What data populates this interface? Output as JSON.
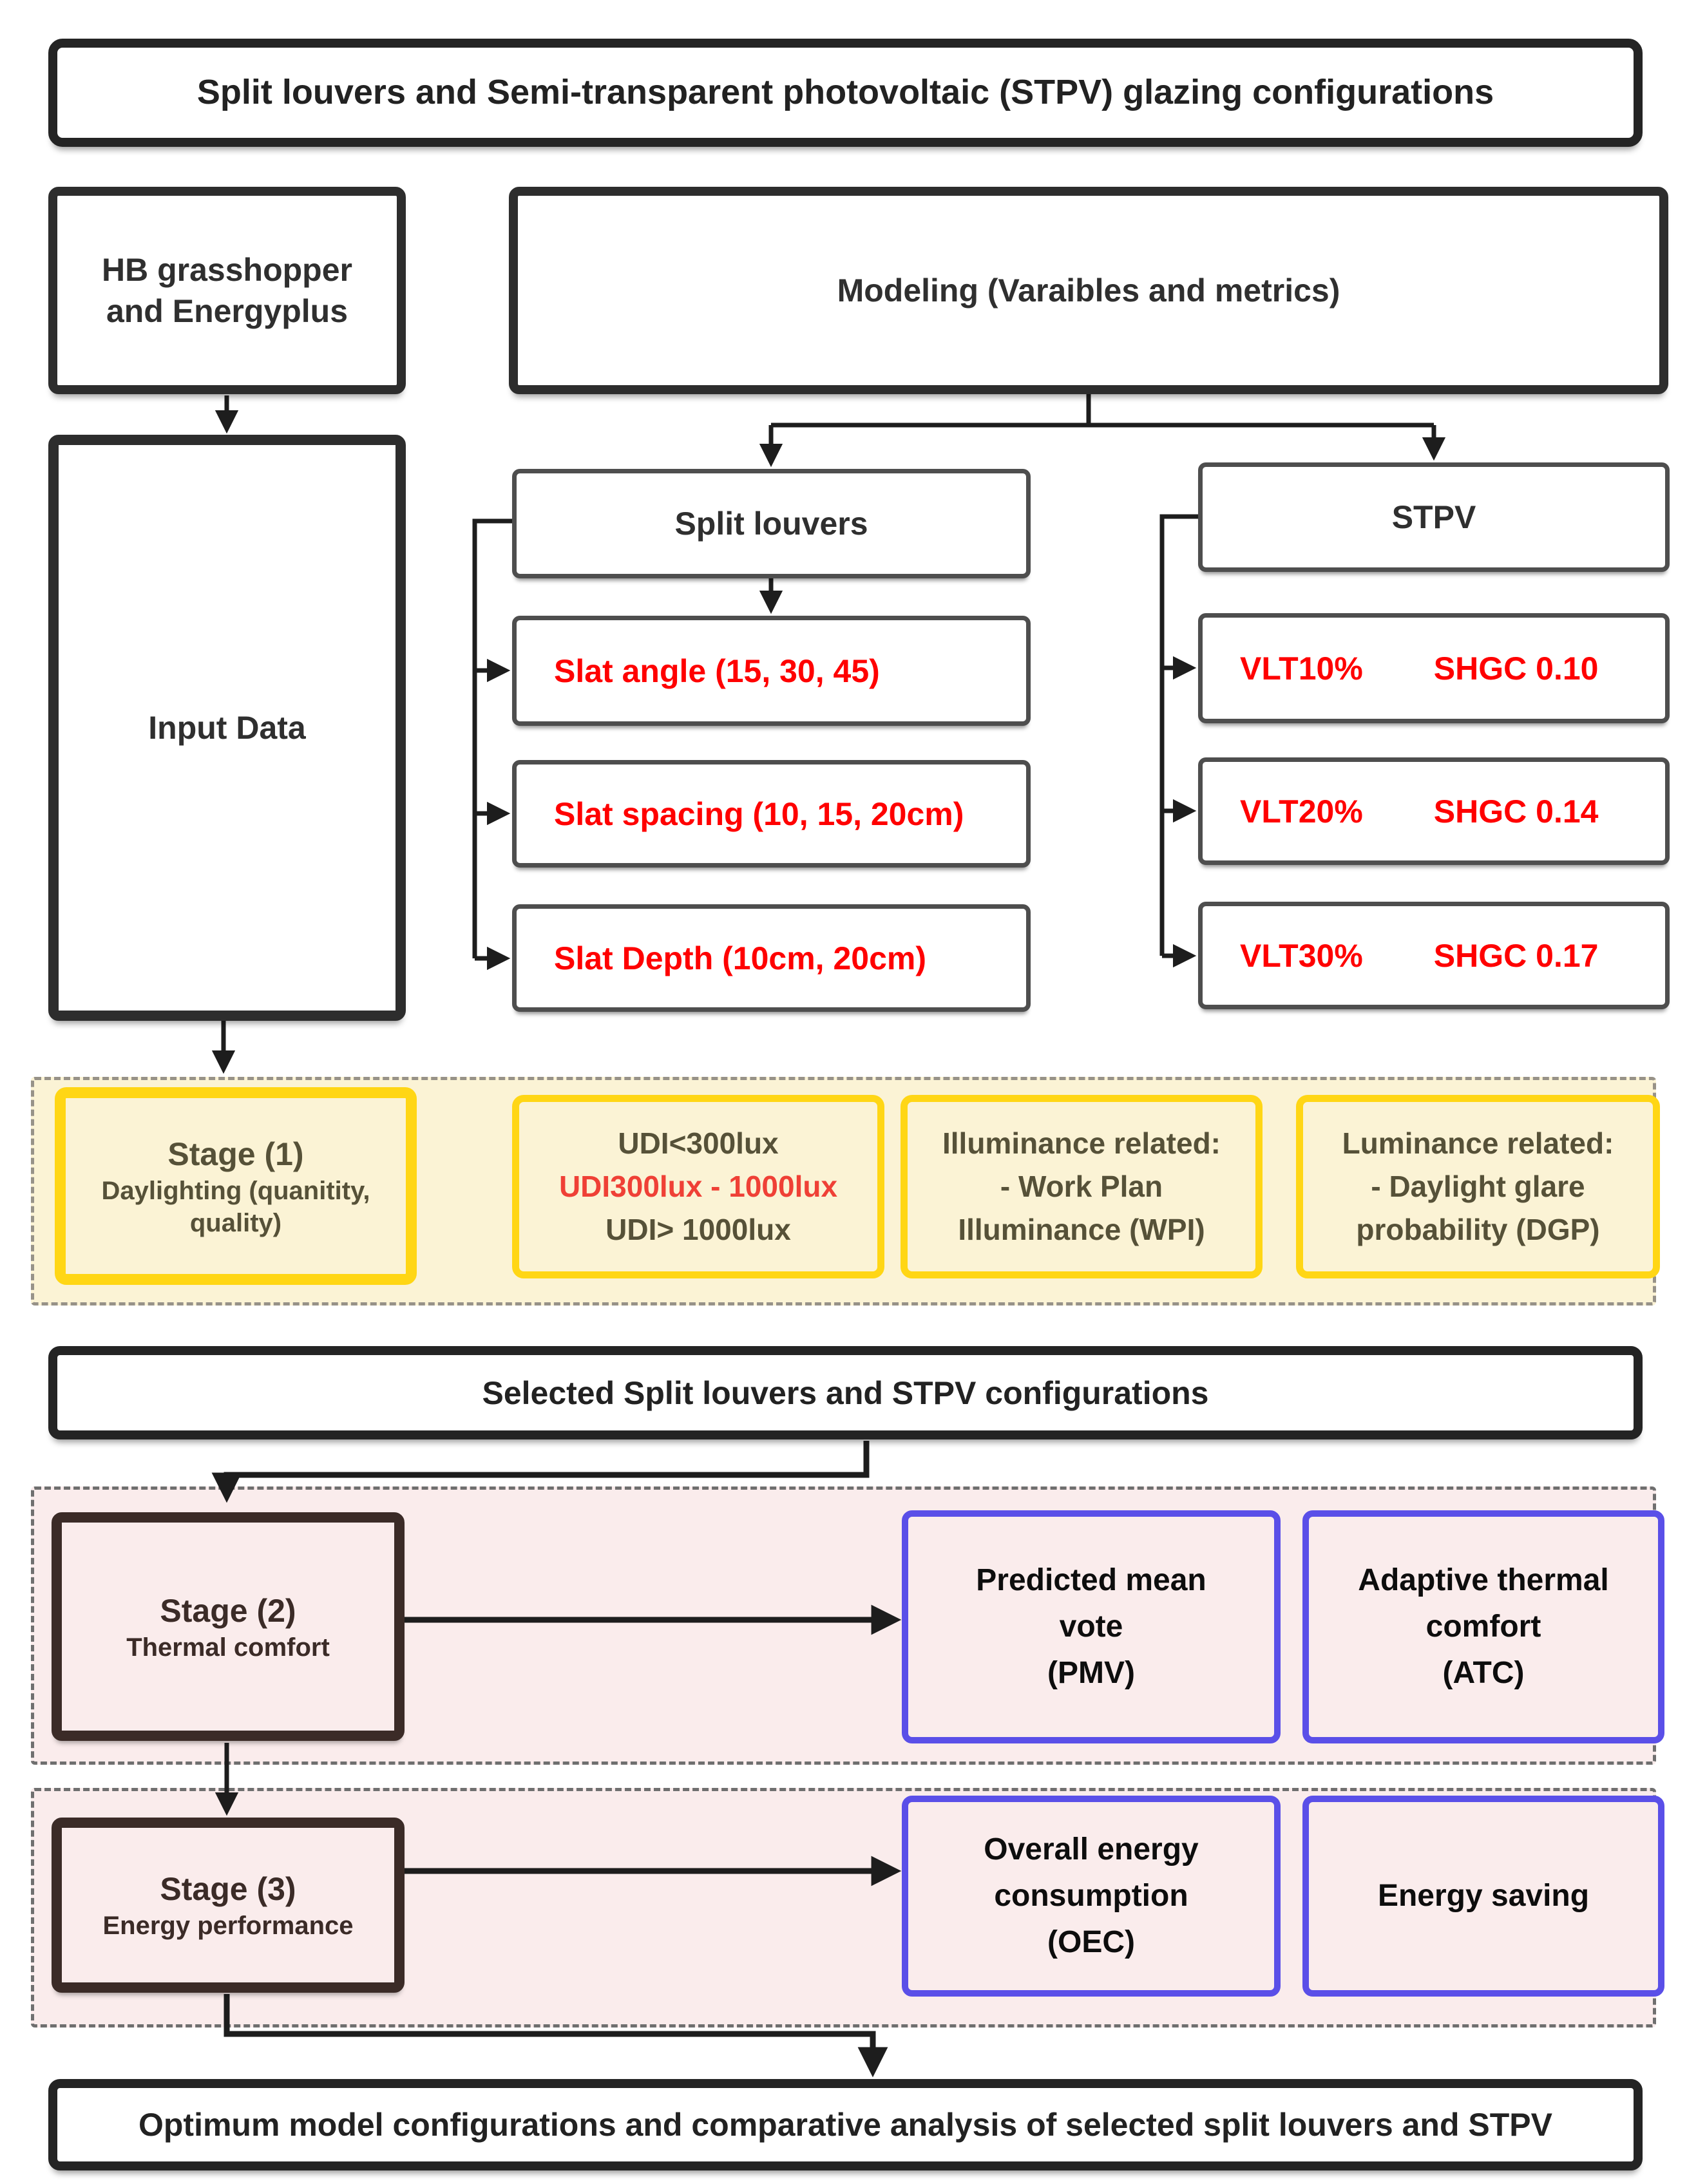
{
  "title": {
    "label": "Split louvers and Semi-transparent photovoltaic (STPV) glazing configurations"
  },
  "tools": {
    "line1": "HB grasshopper",
    "line2": "and Energyplus"
  },
  "modeling": {
    "label": "Modeling (Varaibles and metrics)"
  },
  "input_data": {
    "label": "Input Data"
  },
  "split_louvers": {
    "label": "Split louvers",
    "variables": [
      {
        "label": "Slat angle (15, 30, 45)"
      },
      {
        "label": "Slat spacing (10, 15, 20cm)"
      },
      {
        "label": "Slat Depth (10cm, 20cm)"
      }
    ]
  },
  "stpv": {
    "label": "STPV",
    "variables": [
      {
        "vlt": "VLT10%",
        "shgc": "SHGC 0.10"
      },
      {
        "vlt": "VLT20%",
        "shgc": "SHGC 0.14"
      },
      {
        "vlt": "VLT30%",
        "shgc": "SHGC 0.17"
      }
    ]
  },
  "stage1": {
    "title": "Stage (1)",
    "subtitle": "Daylighting (quanitity, quality)",
    "udi": {
      "line1": "UDI<300lux",
      "line2": "UDI300lux - 1000lux",
      "line3": "UDI> 1000lux"
    },
    "illuminance": {
      "line1": "Illuminance related:",
      "line2": "- Work Plan",
      "line3": "Illuminance (WPI)"
    },
    "luminance": {
      "line1": "Luminance related:",
      "line2": "- Daylight glare",
      "line3": "probability (DGP)"
    }
  },
  "selected": {
    "label": "Selected Split louvers and STPV configurations"
  },
  "stage2": {
    "title": "Stage (2)",
    "subtitle": "Thermal comfort",
    "pmv": {
      "line1": "Predicted mean",
      "line2": "vote",
      "line3": "(PMV)"
    },
    "atc": {
      "line1": "Adaptive thermal",
      "line2": "comfort",
      "line3": "(ATC)"
    }
  },
  "stage3": {
    "title": "Stage (3)",
    "subtitle": "Energy performance",
    "oec": {
      "line1": "Overall energy",
      "line2": "consumption",
      "line3": "(OEC)"
    },
    "energy_saving": {
      "label": "Energy saving"
    }
  },
  "optimum": {
    "label": "Optimum model configurations and comparative analysis of selected split louvers and STPV"
  },
  "colors": {
    "accent_red": "#FF0000",
    "udi_mid_red": "#EF4036",
    "gold_border": "#FFD615",
    "olive_text": "#565138",
    "pink_bg": "#FAECEC",
    "cream_bg": "#FBF3D5",
    "purple_border": "#5A4FE8",
    "brown": "#3B2B27"
  }
}
